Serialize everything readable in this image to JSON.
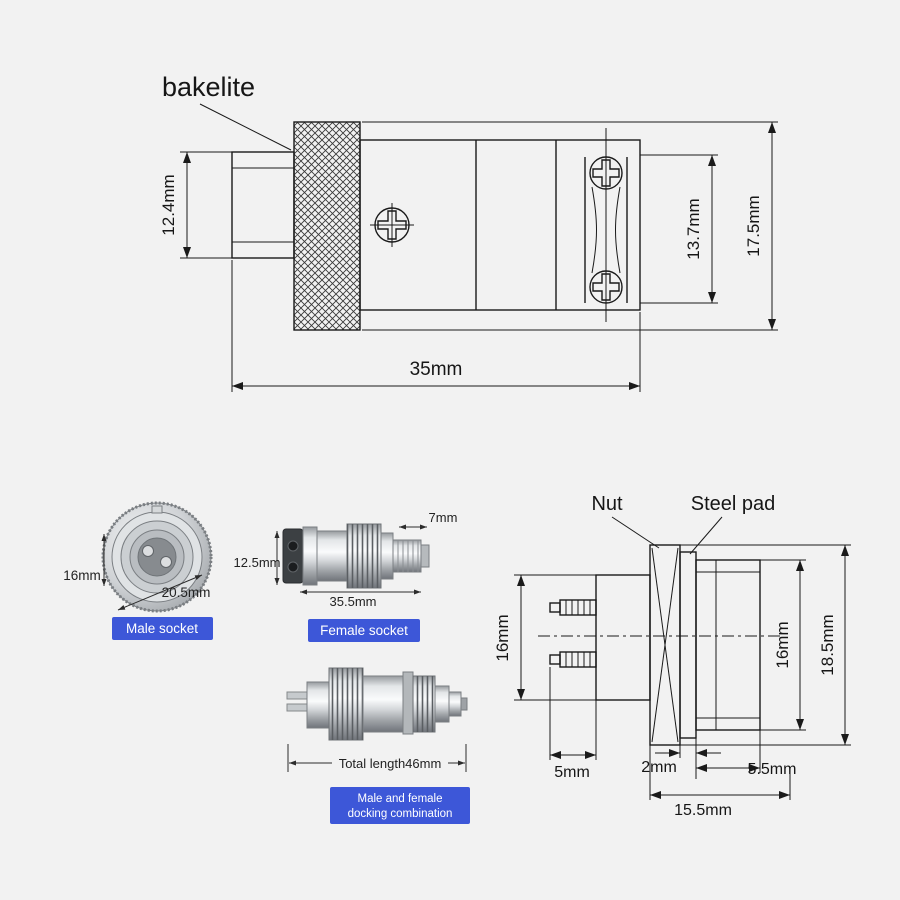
{
  "canvas": {
    "bg": "#f2f2f2",
    "line_color": "#1a1a1a",
    "badge_color": "#3d57d8",
    "badge_text_color": "#ffffff"
  },
  "top_drawing": {
    "callout_bakelite": "bakelite",
    "dim_insert_height": "12.4mm",
    "dim_screw_section": "13.7mm",
    "dim_overall_height": "17.5mm",
    "dim_overall_length": "35mm"
  },
  "products": {
    "male_socket": {
      "badge": "Male socket",
      "dim_inner": "16mm",
      "dim_outer": "20.5mm"
    },
    "female_socket": {
      "badge": "Female socket",
      "dim_tail": "7mm",
      "dim_diameter": "12.5mm",
      "dim_length": "35.5mm"
    },
    "docking": {
      "badge_line1": "Male and female",
      "badge_line2": "docking combination",
      "dim_total": "Total length46mm"
    }
  },
  "panel_drawing": {
    "callout_nut": "Nut",
    "callout_steel_pad": "Steel pad",
    "dim_rear_height": "16mm",
    "dim_front_height": "16mm",
    "dim_flange_height": "18.5mm",
    "dim_pin_length": "5mm",
    "dim_pad_thickness": "2mm",
    "dim_front_length": "5.5mm",
    "dim_body_length": "15.5mm"
  }
}
